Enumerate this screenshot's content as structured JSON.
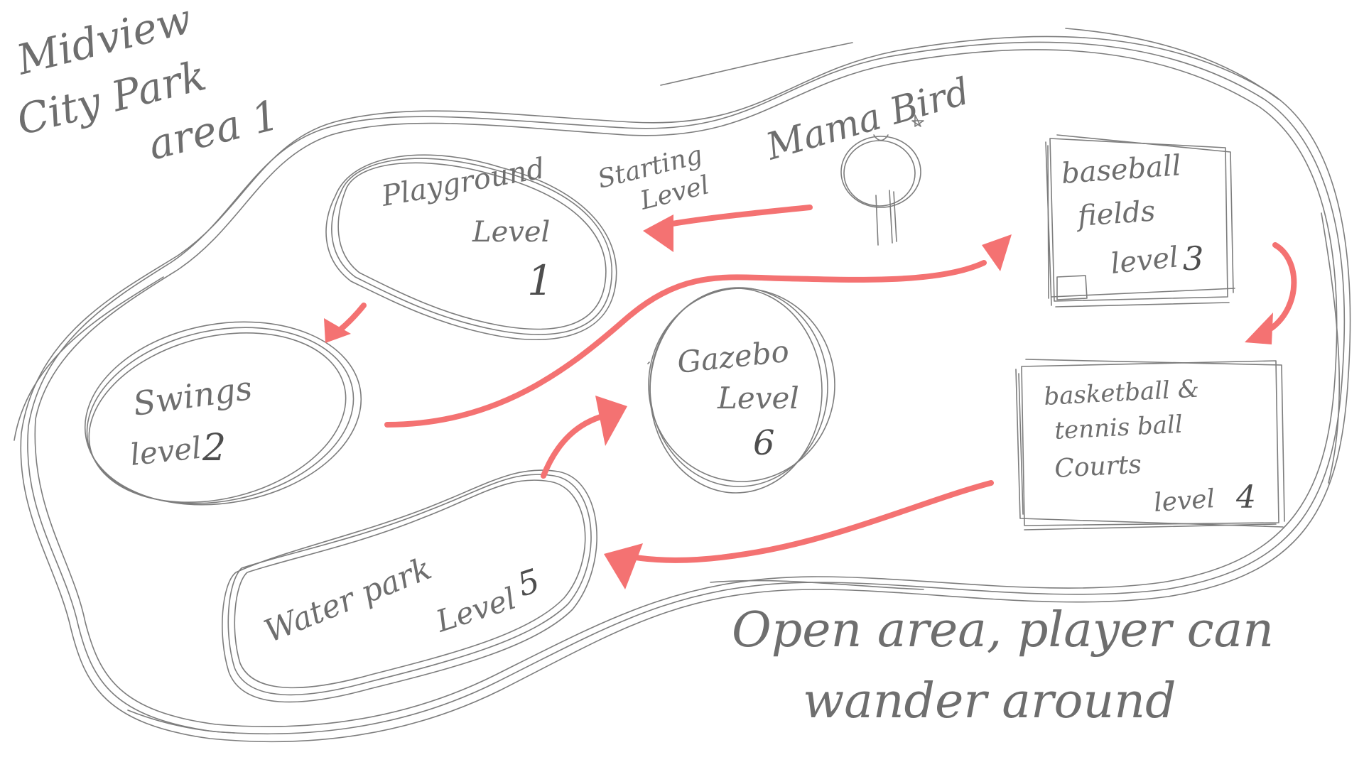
{
  "title": {
    "line1": "Midview",
    "line2": "City Park",
    "line3": "area 1"
  },
  "note_open_area": {
    "line1": "Open area, player can",
    "line2": "wander around"
  },
  "start": {
    "mama_bird_label": "Mama Bird",
    "starting_level_line1": "Starting",
    "starting_level_line2": "Level"
  },
  "areas": {
    "playground": {
      "name": "Playground",
      "level_word": "Level",
      "level_number": "1"
    },
    "swings": {
      "name": "Swings",
      "level_word": "level",
      "level_number": "2"
    },
    "baseball": {
      "name_line1": "baseball",
      "name_line2": "fields",
      "level_word": "level",
      "level_number": "3"
    },
    "courts": {
      "name_line1": "basketball &",
      "name_line2": "tennis ball",
      "name_line3": "Courts",
      "level_word": "level",
      "level_number": "4"
    },
    "waterpark": {
      "name": "Water park",
      "level_word": "Level",
      "level_number": "5"
    },
    "gazebo": {
      "name": "Gazebo",
      "level_word": "Level",
      "level_number": "6"
    }
  },
  "colors": {
    "arrow": "#f47272",
    "pencil": "#7d7d7d",
    "pencil_dark": "#5a5a5a",
    "background": "#ffffff"
  },
  "flow": [
    "start-to-playground",
    "playground-to-swings",
    "swings-to-baseball",
    "baseball-to-courts",
    "courts-to-waterpark",
    "waterpark-to-gazebo"
  ]
}
